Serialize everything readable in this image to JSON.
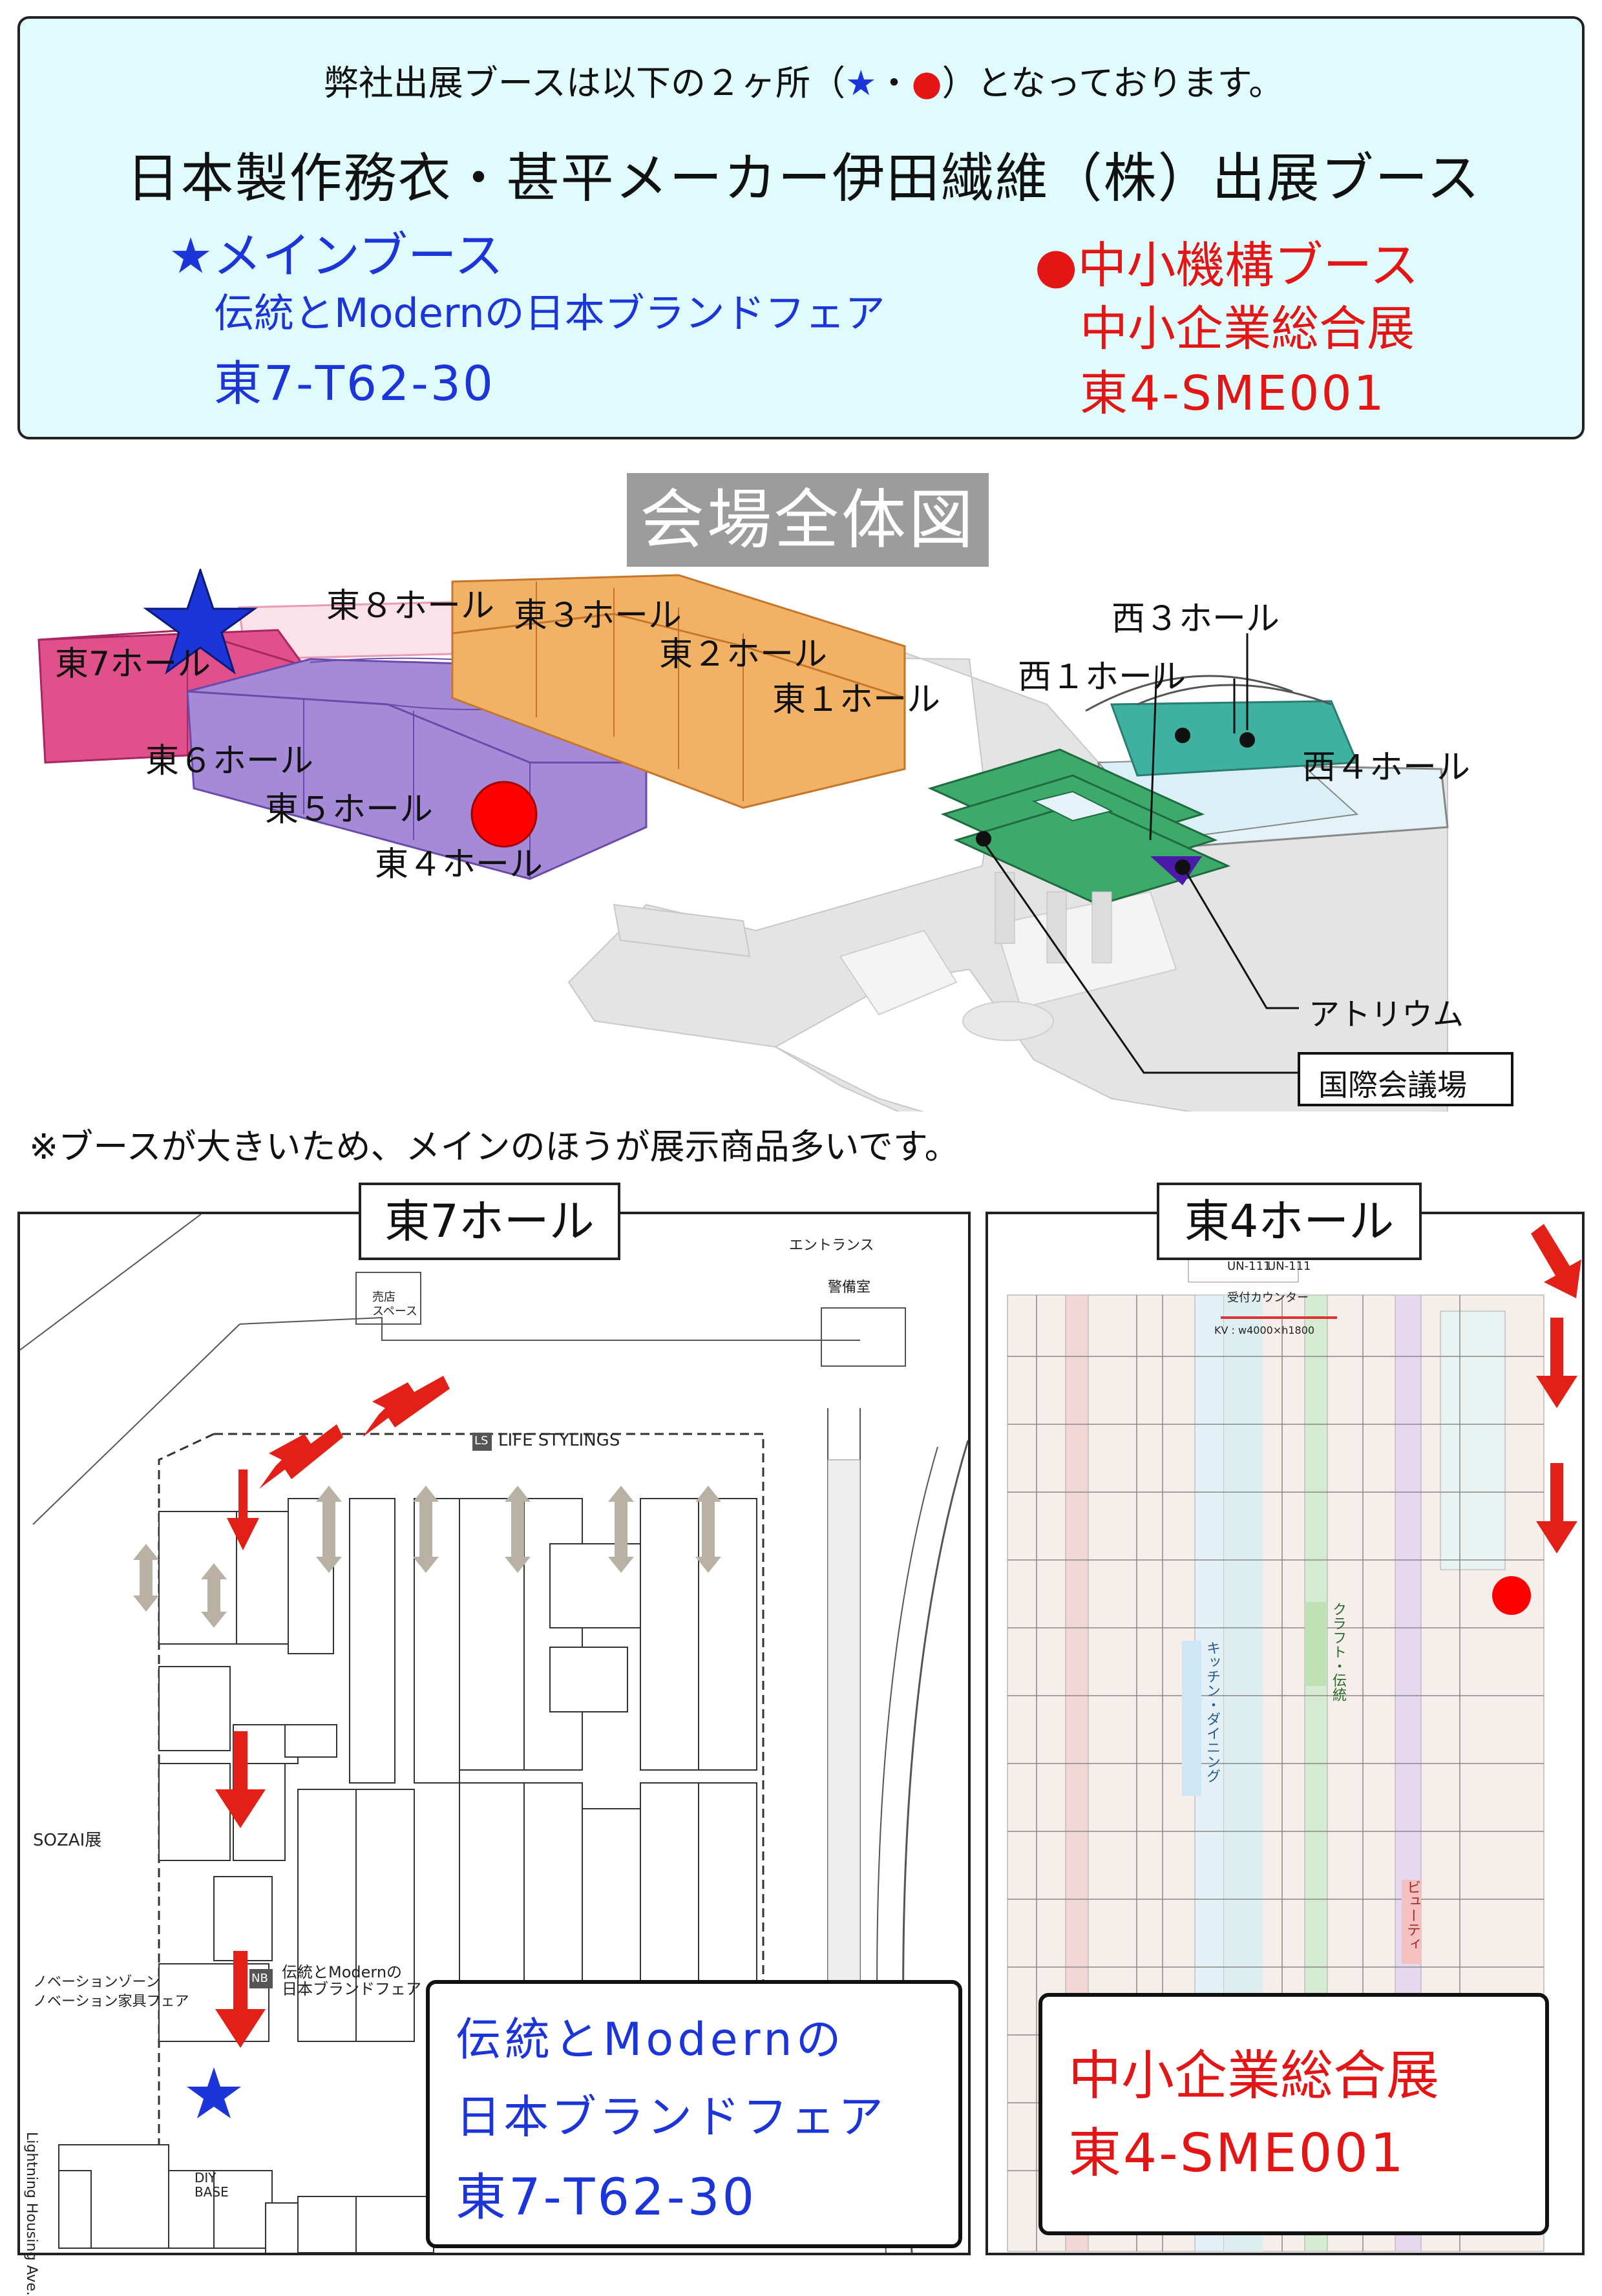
{
  "header": {
    "notice_pre": "弊社出展ブースは以下の２ヶ所（",
    "notice_star": "★",
    "notice_mid": "・",
    "notice_dot": "●",
    "notice_post": "）となっております。",
    "company": "日本製作務衣・甚平メーカー伊田繊維（株）出展ブース",
    "main_booth": "★メインブース",
    "main_fair": "伝統とModernの日本ブランドフェア",
    "main_code": "東7-T62-30",
    "sme_booth": "●中小機構ブース",
    "sme_fair": "中小企業総合展",
    "sme_code": "東4-SME001"
  },
  "venue": {
    "title": "会場全体図",
    "halls": {
      "e8": "東８ホール",
      "e7": "東7ホール",
      "e6": "東６ホール",
      "e5": "東５ホール",
      "e4": "東４ホール",
      "e3": "東３ホール",
      "e2": "東２ホール",
      "e1": "東１ホール",
      "w1": "西１ホール",
      "w3": "西３ホール",
      "w4": "西４ホール",
      "atrium": "アトリウム",
      "conference": "国際会議場"
    }
  },
  "note": "※ブースが大きいため、メインのほうが展示商品多いです。",
  "east7": {
    "title": "東7ホール",
    "labels": {
      "entrance": "エントランス",
      "guard": "警備室",
      "shop": "売店\nスペース",
      "life": "LIFE STYLINGS",
      "ls": "LS",
      "nb": "NB",
      "nb_fair": "伝統とModernの\n日本ブランドフェア",
      "sozai": "SOZAI展",
      "innovation_zone": "ノベーションゾーン",
      "innovation_furniture": "ノベーション家具フェア",
      "diy": "DIY\nBASE",
      "lightning": "Lightning Housing Ave."
    },
    "callout": {
      "line1": "伝統とModernの",
      "line2": "日本ブランドフェア",
      "line3": "東7-T62-30"
    }
  },
  "east4": {
    "title": "東4ホール",
    "labels": {
      "un1": "UN-111",
      "un2": "UN-111",
      "reception": "受付カウンター",
      "kv": "KV : w4000×h1800",
      "kitchen": "キッチン・ダイニング",
      "craft": "クラフト・伝統",
      "beauty": "ビューティ"
    },
    "callout": {
      "line1": "中小企業総合展",
      "line2": "東4-SME001"
    }
  },
  "colors": {
    "blue": "#1c35d8",
    "red": "#e31515",
    "header_bg": "#e0fbfb",
    "hall7": "#e0508a",
    "hall456": "#a58ad8",
    "hall123": "#f2b266",
    "west": "#3daa6b"
  }
}
